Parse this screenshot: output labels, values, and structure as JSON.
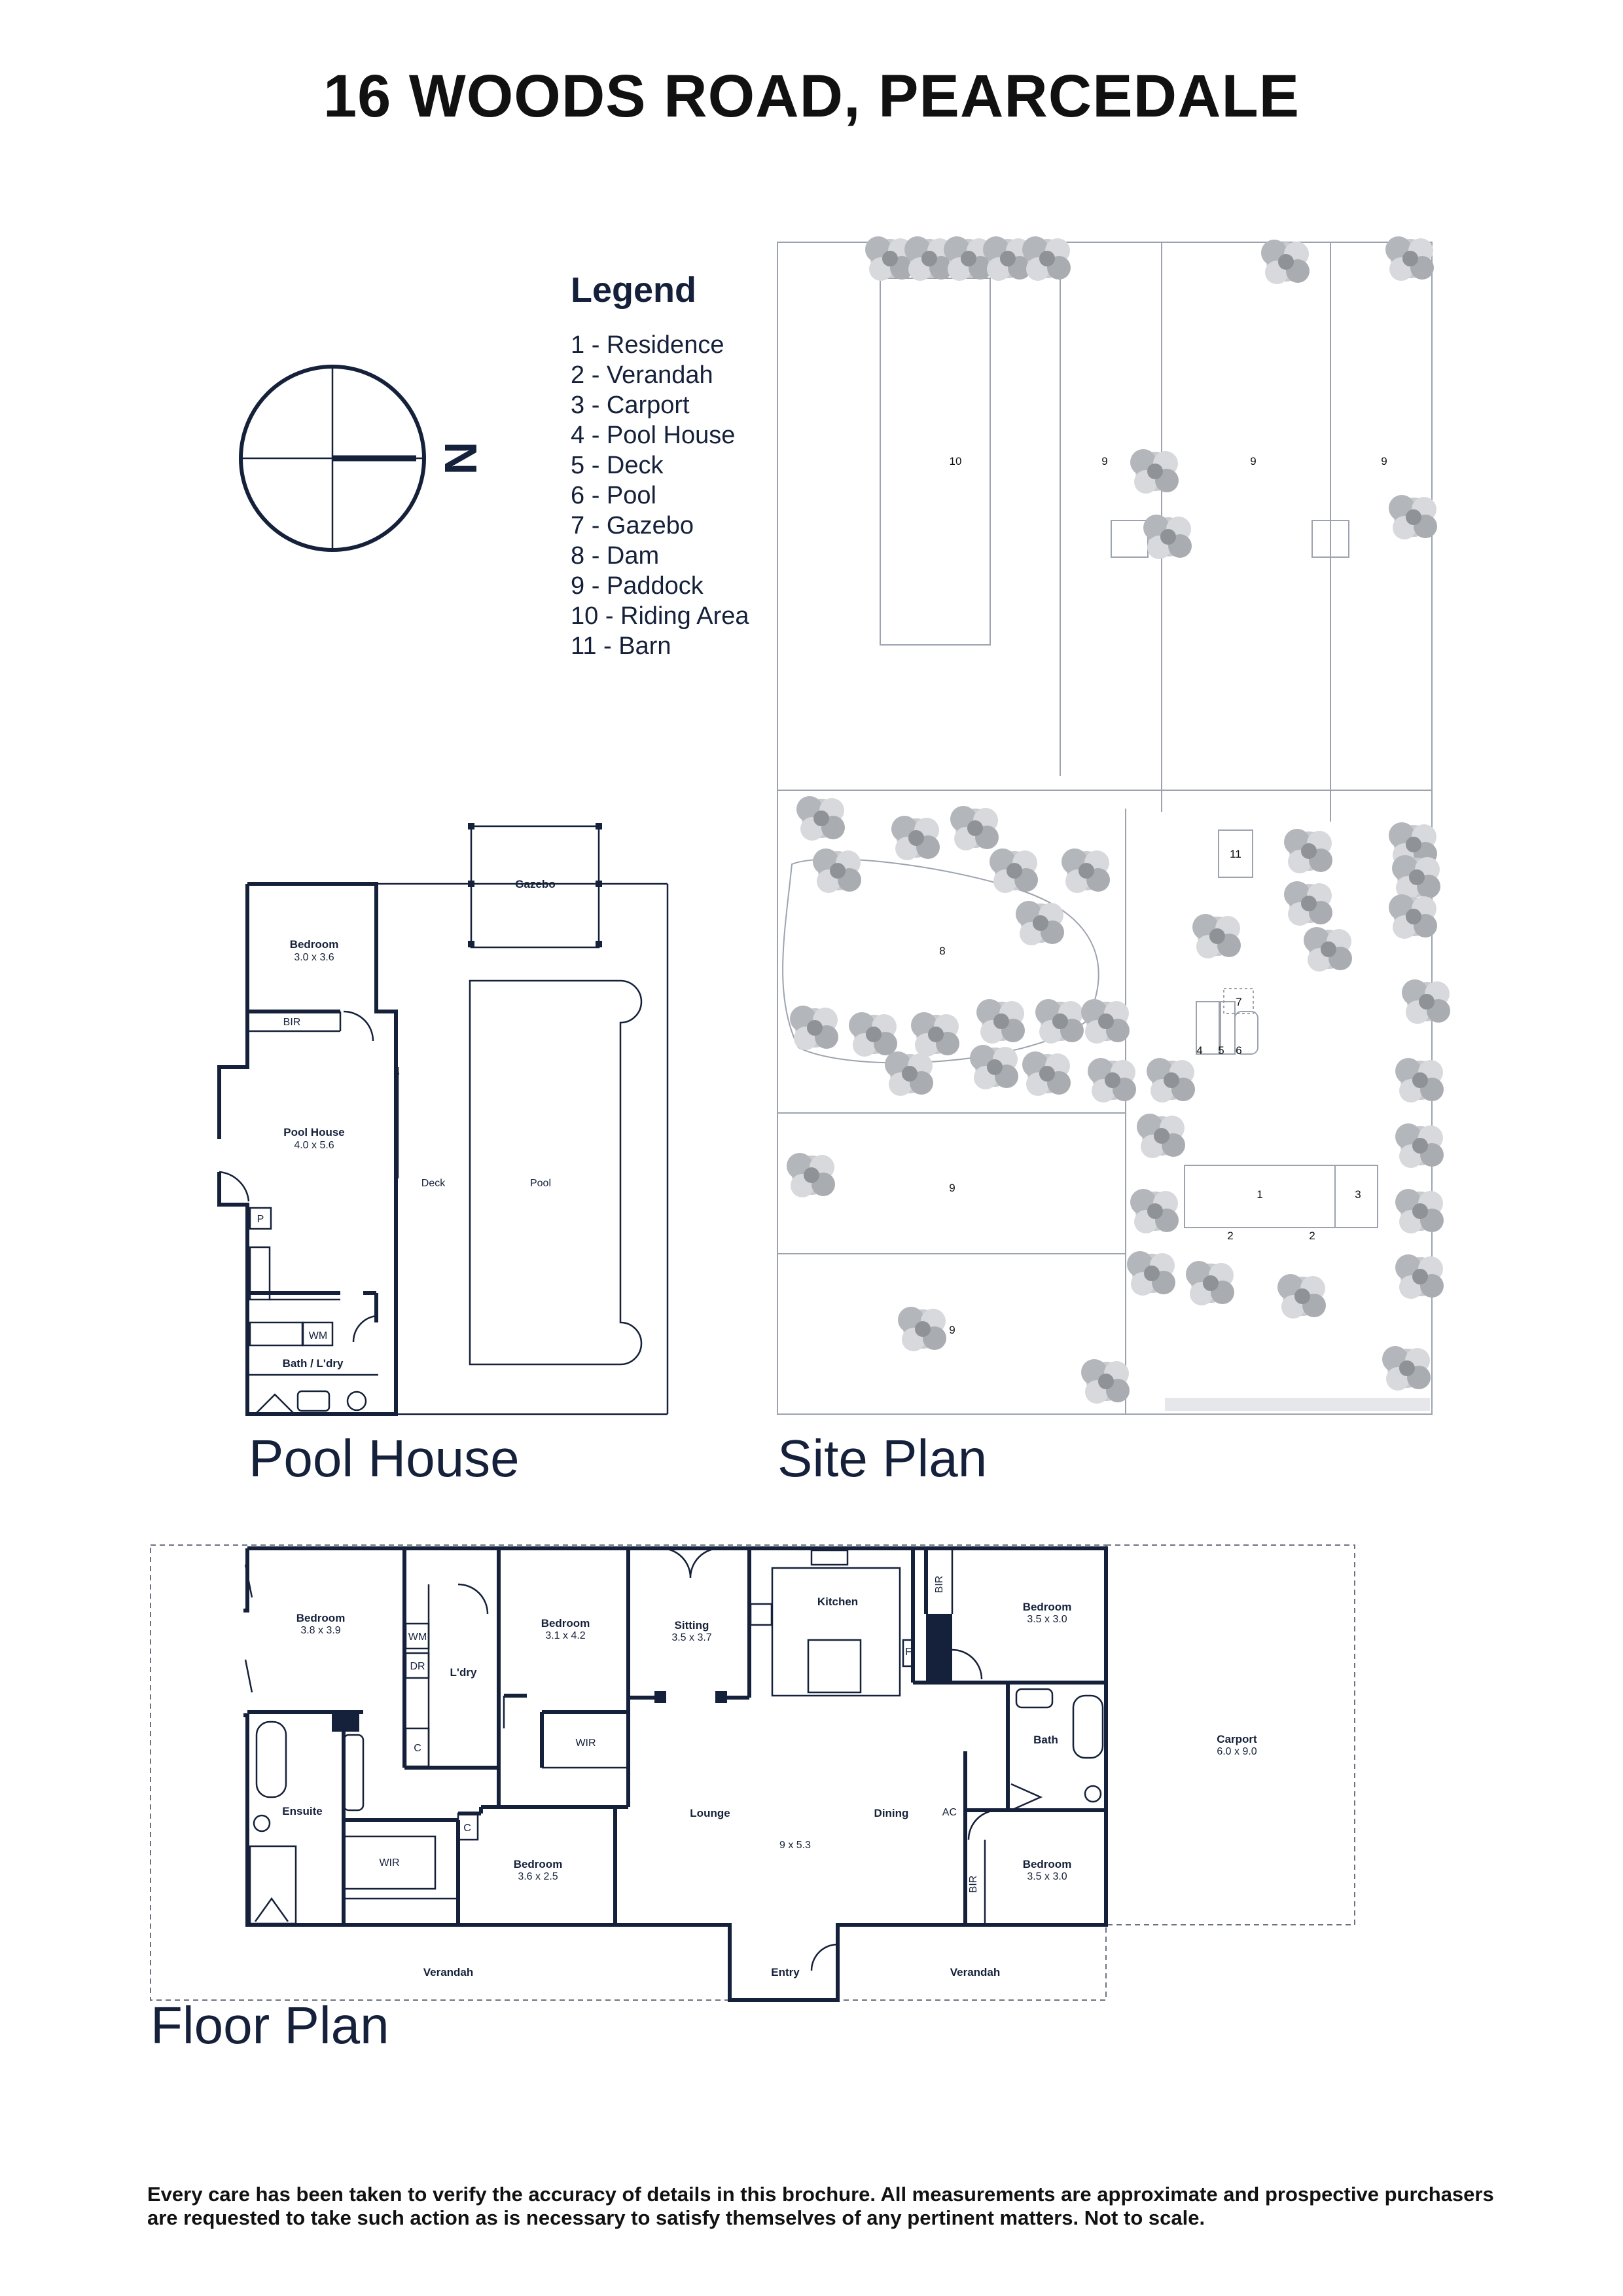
{
  "title": "16 WOODS ROAD, PEARCEDALE",
  "legend": {
    "heading": "Legend",
    "items": [
      "1 - Residence",
      "2 - Verandah",
      "3 - Carport",
      "4 - Pool House",
      "5 - Deck",
      "6 - Pool",
      "7 - Gazebo",
      "8 - Dam",
      "9 - Paddock",
      "10 - Riding Area",
      "11 - Barn"
    ]
  },
  "compass": {
    "letter": "N",
    "icon": "compass-icon"
  },
  "sections": {
    "pool_house": "Pool House",
    "site_plan": "Site Plan",
    "floor_plan": "Floor Plan"
  },
  "pool_house_plan": {
    "gazebo": "Gazebo",
    "bedroom": {
      "name": "Bedroom",
      "size": "3.0 x 3.6"
    },
    "bir": "BIR",
    "pool_house": {
      "name": "Pool House",
      "size": "4.0 x 5.6"
    },
    "pantry": "P",
    "wm": "WM",
    "bath": "Bath / L'dry",
    "deck": "Deck",
    "pool": "Pool"
  },
  "site_plan": {
    "labels": {
      "riding": "10",
      "paddock_a": "9",
      "paddock_b": "9",
      "paddock_c": "9",
      "barn": "11",
      "dam": "8",
      "gazebo": "7",
      "pool_house": "4",
      "deck": "5",
      "pool": "6",
      "paddock_d": "9",
      "residence": "1",
      "carport": "3",
      "verandah_a": "2",
      "verandah_b": "2",
      "paddock_e": "9"
    },
    "tree_icon": "tree-icon"
  },
  "floor_plan": {
    "bedroom1": {
      "name": "Bedroom",
      "size": "3.8 x 3.9"
    },
    "wm": "WM",
    "dr": "DR",
    "c1": "C",
    "c2": "C",
    "laundry": "L'dry",
    "bedroom2": {
      "name": "Bedroom",
      "size": "3.1 x 4.2"
    },
    "wir1": "WIR",
    "sitting": {
      "name": "Sitting",
      "size": "3.5 x 3.7"
    },
    "kitchen": "Kitchen",
    "bir1": "BIR",
    "f": "F",
    "bedroom3": {
      "name": "Bedroom",
      "size": "3.5 x 3.0"
    },
    "bath": "Bath",
    "carport": {
      "name": "Carport",
      "size": "6.0 x 9.0"
    },
    "ensuite": "Ensuite",
    "wir2": "WIR",
    "bedroom4": {
      "name": "Bedroom",
      "size": "3.6 x 2.5"
    },
    "lounge": "Lounge",
    "living_size": "9 x 5.3",
    "dining": "Dining",
    "ac": "AC",
    "bir2": "BIR",
    "bedroom5": {
      "name": "Bedroom",
      "size": "3.5 x 3.0"
    },
    "verandah1": "Verandah",
    "entry": "Entry",
    "verandah2": "Verandah"
  },
  "disclaimer": "Every care has been taken to verify the accuracy of details in this brochure. All measurements are approximate and prospective purchasers are requested to take such action as is necessary to satisfy themselves of any pertinent matters. Not to scale."
}
